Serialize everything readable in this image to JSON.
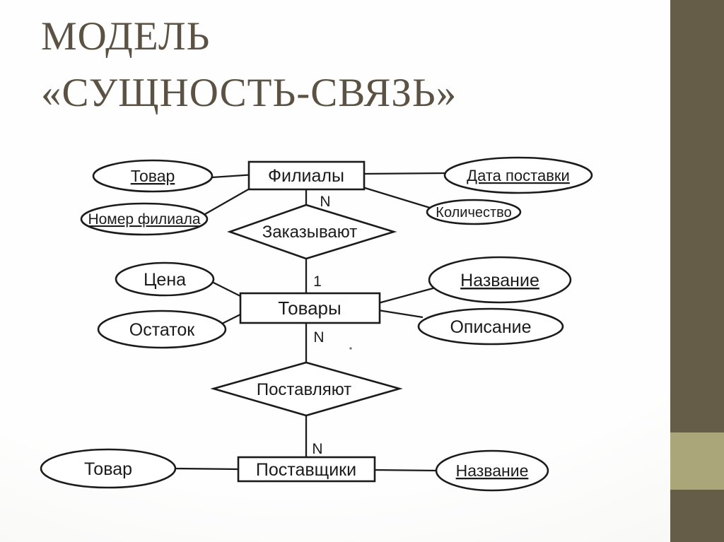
{
  "theme": {
    "title_color": "#5b5243",
    "ink": "#1b1b1b",
    "bar_dark": "#655d47",
    "bar_light": "#aba67a"
  },
  "slide": {
    "title_line1": "МОДЕЛЬ",
    "title_line2": "«СУЩНОСТЬ-СВЯЗЬ»"
  },
  "diagram": {
    "type": "entity-relationship",
    "entities": [
      {
        "label": "Филиалы"
      },
      {
        "label": "Товары"
      },
      {
        "label": "Поставщики"
      }
    ],
    "relationships": [
      {
        "label": "Заказывают",
        "from": "Филиалы",
        "to": "Товары"
      },
      {
        "label": "Поставляют",
        "from": "Товары",
        "to": "Поставщики"
      }
    ],
    "attributes": [
      {
        "label": "Товар",
        "key": true,
        "owner": "Филиалы"
      },
      {
        "label": "Номер филиала",
        "key": true,
        "owner": "Филиалы"
      },
      {
        "label": "Дата поставки",
        "key": true,
        "owner": "Филиалы"
      },
      {
        "label": "Количество",
        "key": false,
        "owner": "Филиалы"
      },
      {
        "label": "Цена",
        "key": false,
        "owner": "Товары"
      },
      {
        "label": "Остаток",
        "key": false,
        "owner": "Товары"
      },
      {
        "label": "Название",
        "key": true,
        "owner": "Товары"
      },
      {
        "label": "Описание",
        "key": false,
        "owner": "Товары"
      },
      {
        "label": "Товар",
        "key": false,
        "owner": "Поставщики"
      },
      {
        "label": "Название",
        "key": true,
        "owner": "Поставщики"
      }
    ],
    "cardinalities": [
      {
        "label": "N",
        "at": "Филиалы-Заказывают"
      },
      {
        "label": "1",
        "at": "Заказывают-Товары"
      },
      {
        "label": "N",
        "at": "Товары-Поставляют"
      },
      {
        "label": "N",
        "at": "Поставляют-Поставщики"
      }
    ]
  }
}
